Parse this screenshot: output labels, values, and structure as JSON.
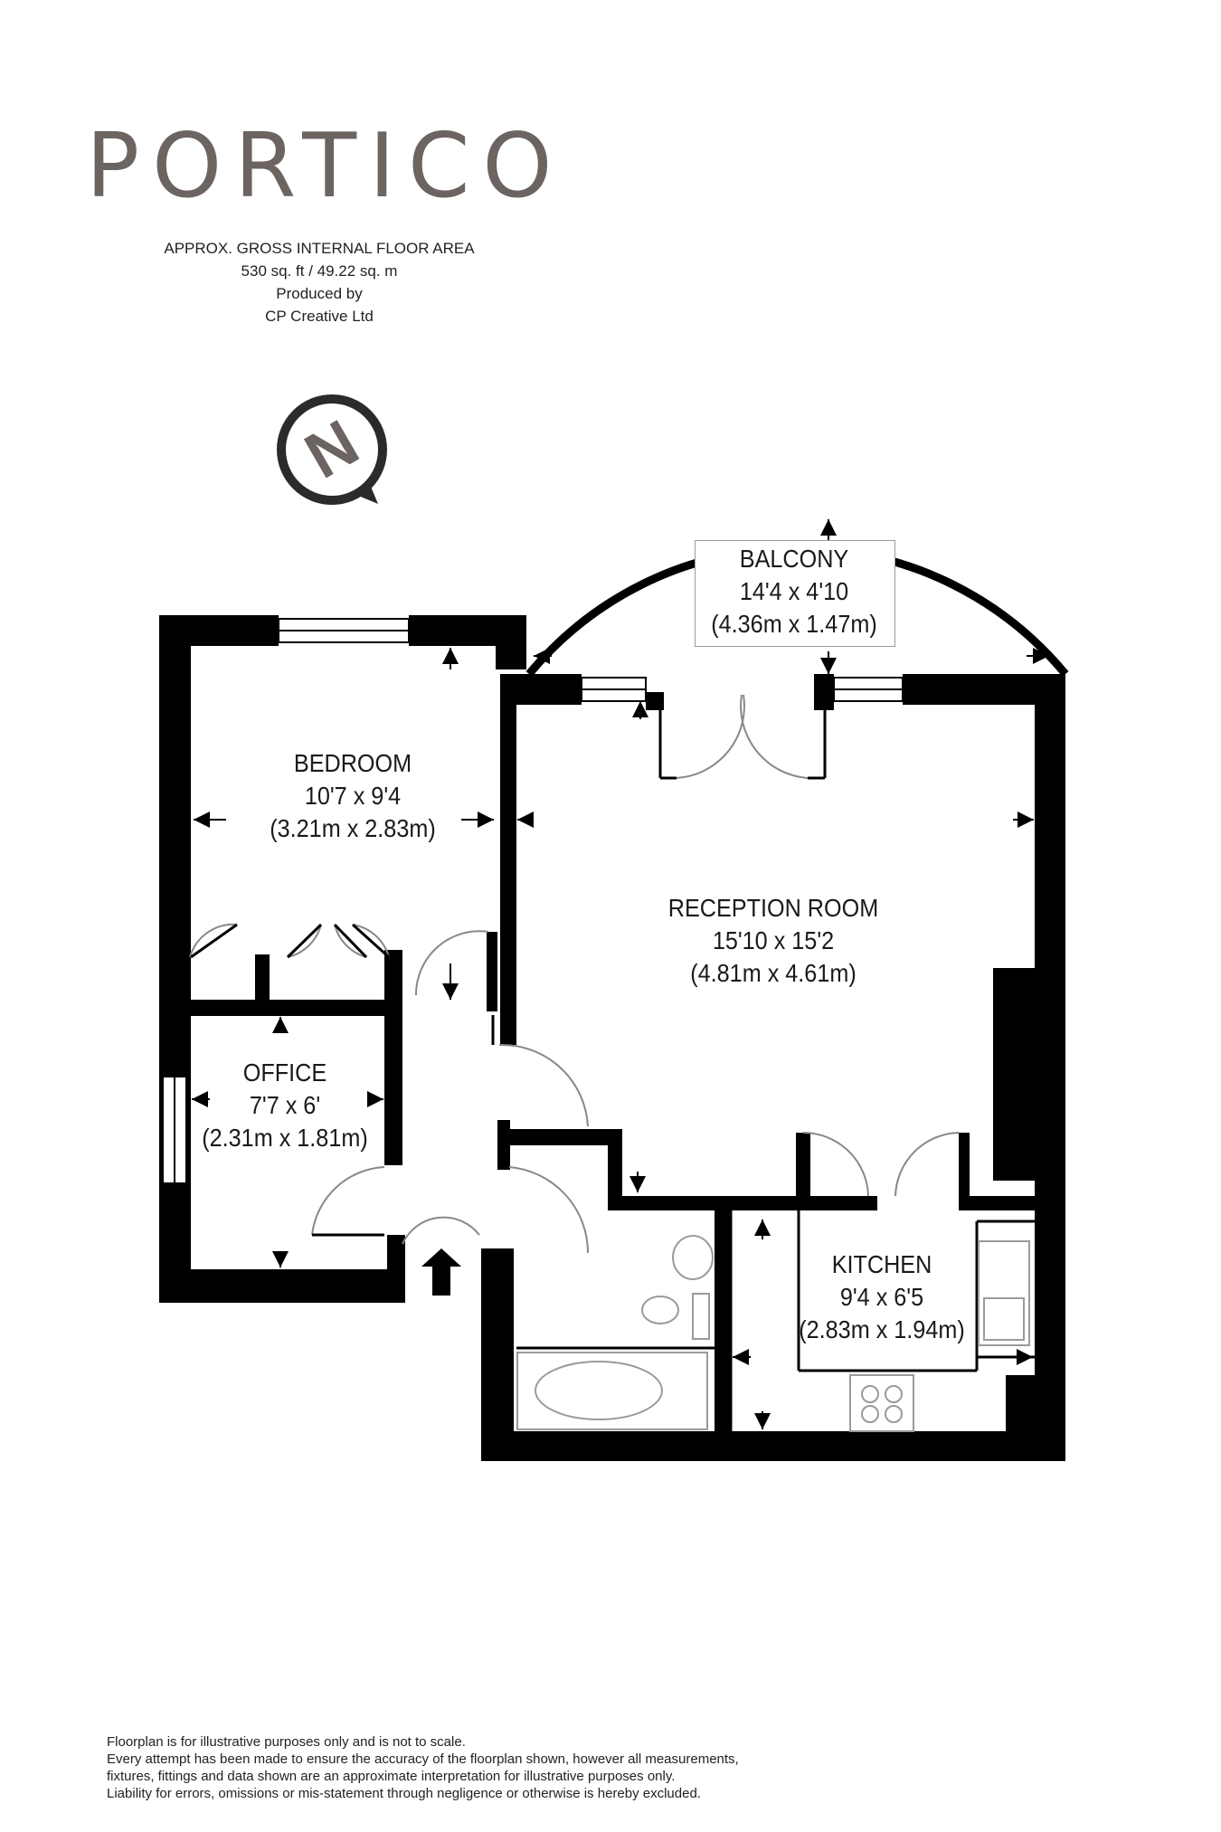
{
  "brand": {
    "logo_text": "PORTICO"
  },
  "header": {
    "area_title": "APPROX. GROSS INTERNAL FLOOR AREA",
    "area_value": "530 sq. ft / 49.22 sq. m",
    "produced_by": "Produced by",
    "producer": "CP Creative Ltd"
  },
  "compass": {
    "letter": "N",
    "icon": "north-compass-icon"
  },
  "rooms": {
    "balcony": {
      "name": "BALCONY",
      "imperial": "14'4 x 4'10",
      "metric": "(4.36m x 1.47m)"
    },
    "bedroom": {
      "name": "BEDROOM",
      "imperial": "10'7 x 9'4",
      "metric": "(3.21m x 2.83m)"
    },
    "reception": {
      "name": "RECEPTION ROOM",
      "imperial": "15'10 x 15'2",
      "metric": "(4.81m x 4.61m)"
    },
    "office": {
      "name": "OFFICE",
      "imperial": "7'7 x 6'",
      "metric": "(2.31m x 1.81m)"
    },
    "kitchen": {
      "name": "KITCHEN",
      "imperial": "9'4 x 6'5",
      "metric": "(2.83m x 1.94m)"
    }
  },
  "disclaimer": {
    "line1": "Floorplan is for illustrative purposes only and is not to scale.",
    "line2": "Every attempt has been made to ensure the accuracy of the floorplan shown, however all measurements,",
    "line3": "fixtures, fittings and data shown are an approximate interpretation for illustrative purposes only.",
    "line4": "Liability for errors, omissions or mis-statement through negligence or otherwise is hereby excluded."
  },
  "colors": {
    "wall": "#000000",
    "logo": "#6b6461",
    "line": "#9a9a9a"
  }
}
